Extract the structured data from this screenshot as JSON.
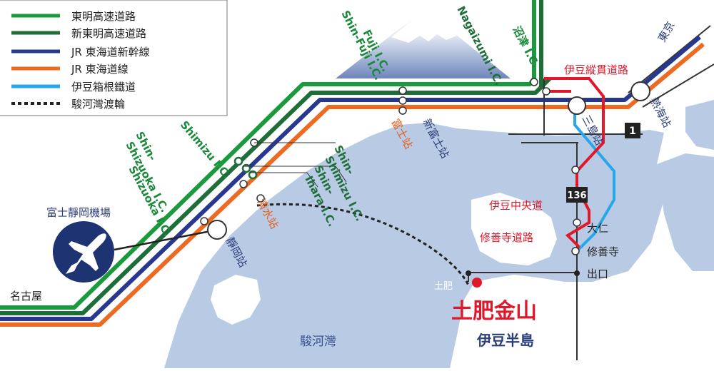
{
  "legend": {
    "items": [
      {
        "label": "東明高速道路",
        "color": "#1a9a3c",
        "style": "solid"
      },
      {
        "label": "新東明高速道路",
        "color": "#1e6e3a",
        "style": "solid"
      },
      {
        "label": "JR 東海道新幹線",
        "color": "#28388f",
        "style": "solid"
      },
      {
        "label": "JR 東海道線",
        "color": "#ec6a22",
        "style": "solid"
      },
      {
        "label": "伊豆箱根鐵道",
        "color": "#27a7e8",
        "style": "solid"
      },
      {
        "label": "駿河灣渡輪",
        "color": "#222222",
        "style": "dotted"
      }
    ]
  },
  "interchanges": {
    "shin_fuji": "Shin-Fuji I.C.",
    "fuji": "Fuji I.C.",
    "nagaizumi": "Nagaizumi I.C.",
    "numazu": "沼津 I.C.",
    "shimizu": "Shimizu I.C.",
    "shin_shizuoka_1": "Shin-",
    "shin_shizuoka_2": "Shizuoka I.C.",
    "shizuoka": "Shizuoka I.C.",
    "shin_shimizu_1": "Shin-",
    "shin_shimizu_2": "Shimizu I.C.",
    "shin_ihara_1": "Shin-",
    "shin_ihara_2": "Ihara I.C."
  },
  "stations": {
    "fuji": "富士站",
    "shin_fuji": "新富士站",
    "shimizu": "清水站",
    "shizuoka": "靜岡站",
    "atami": "熱海站",
    "mishima": "三島站"
  },
  "places": {
    "airport": "富士靜岡機場",
    "nagoya": "名古屋",
    "tokyo": "東京",
    "izu_road": "伊豆縱貫道路",
    "izu_chuo": "伊豆中央道",
    "shuzenji_road": "修善寺道路",
    "ohito": "大仁",
    "shuzenji": "修善寺",
    "exit": "出口",
    "toi": "土肥",
    "toi_kinzan": "土肥金山",
    "izu_peninsula": "伊豆半島",
    "suruga_bay": "駿河灣"
  },
  "route_shields": {
    "r1": "1",
    "r136": "136"
  },
  "colors": {
    "tomei": "#1a9a3c",
    "shin_tomei": "#1e6e3a",
    "shinkansen": "#28388f",
    "tokaido": "#ec6a22",
    "izuhakone": "#27a7e8",
    "izu_road": "#e0182a",
    "sea": "#b9cbe4",
    "land": "#ffffff"
  },
  "icons": [
    "airplane-icon",
    "mount-fuji-icon",
    "route-shield-icon"
  ]
}
